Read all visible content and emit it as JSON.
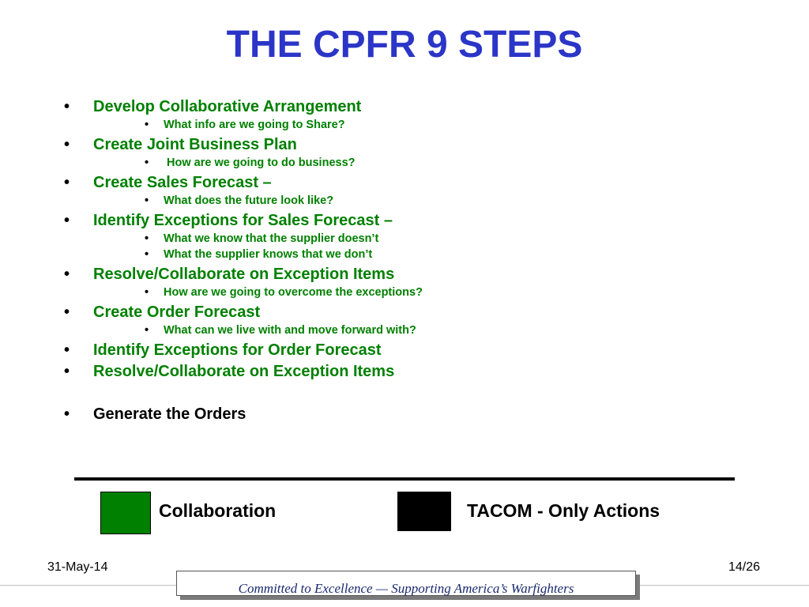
{
  "slide": {
    "title": "THE CPFR 9 STEPS",
    "bullet_symbol": "•",
    "colors": {
      "title": "#2b35c7",
      "collaboration": "#008000",
      "tacom_only": "#000000"
    },
    "items": [
      {
        "level": 1,
        "text": "Develop Collaborative Arrangement",
        "type": "collaboration"
      },
      {
        "level": 2,
        "text": "What info are we going to Share?",
        "type": "collaboration"
      },
      {
        "level": 1,
        "text": "Create Joint Business Plan",
        "type": "collaboration"
      },
      {
        "level": 2,
        "text": " How are we going to do business?",
        "type": "collaboration"
      },
      {
        "level": 1,
        "text": "Create Sales Forecast –",
        "type": "collaboration"
      },
      {
        "level": 2,
        "text": "What does the future look like?",
        "type": "collaboration"
      },
      {
        "level": 1,
        "text": "Identify Exceptions for Sales Forecast –",
        "type": "collaboration"
      },
      {
        "level": 2,
        "text": "What we know that the supplier doesn’t",
        "type": "collaboration"
      },
      {
        "level": 2,
        "text": "What the supplier knows that we don’t",
        "type": "collaboration"
      },
      {
        "level": 1,
        "text": "Resolve/Collaborate on Exception Items",
        "type": "collaboration"
      },
      {
        "level": 2,
        "text": "How are we going to overcome the exceptions?",
        "type": "collaboration"
      },
      {
        "level": 1,
        "text": "Create Order Forecast",
        "type": "collaboration"
      },
      {
        "level": 2,
        "text": "What can we live with and move forward with?",
        "type": "collaboration"
      },
      {
        "level": 1,
        "text": "Identify Exceptions for Order Forecast",
        "type": "collaboration"
      },
      {
        "level": 1,
        "text": "Resolve/Collaborate on Exception Items",
        "type": "collaboration"
      },
      {
        "level": 1,
        "text": "Generate the Orders",
        "type": "tacom_only"
      }
    ],
    "legend": {
      "collaboration_label": "Collaboration",
      "tacom_label": "TACOM - Only Actions"
    },
    "footer": {
      "date": "31-May-14",
      "page": "14/26",
      "motto": "Committed to Excellence — Supporting America’s Warfighters"
    }
  }
}
